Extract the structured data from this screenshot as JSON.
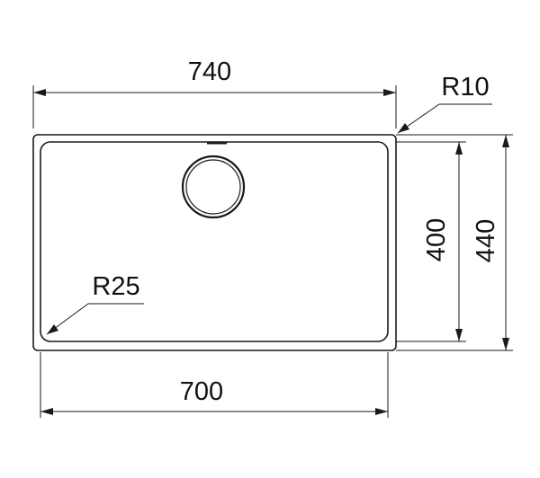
{
  "diagram": {
    "labels": {
      "overall_width": "740",
      "bowl_width": "700",
      "bowl_depth": "400",
      "overall_depth": "440",
      "corner_radius_outer": "R10",
      "corner_radius_inner": "R25"
    },
    "colors": {
      "stroke": "#1a1a1a",
      "background": "#ffffff"
    }
  }
}
